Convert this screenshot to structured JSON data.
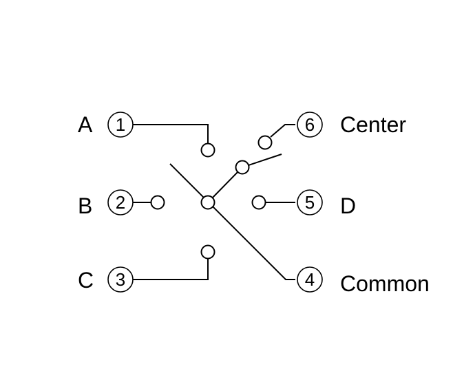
{
  "terminals": {
    "t1": {
      "number": "1",
      "letter": "A"
    },
    "t2": {
      "number": "2",
      "letter": "B"
    },
    "t3": {
      "number": "3",
      "letter": "C"
    },
    "t4": {
      "number": "4",
      "name": "Common"
    },
    "t5": {
      "number": "5",
      "letter": "D"
    },
    "t6": {
      "number": "6",
      "name": "Center"
    }
  }
}
